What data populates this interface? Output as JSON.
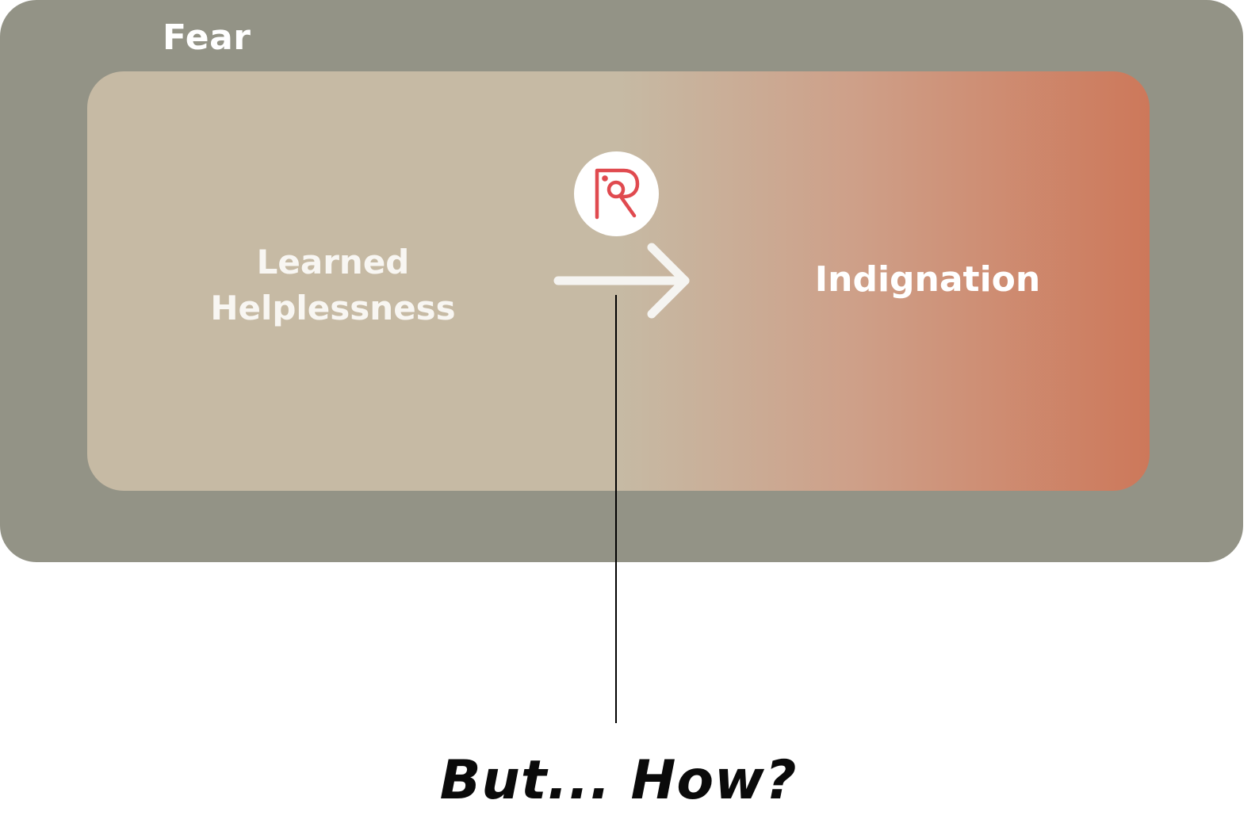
{
  "diagram": {
    "outer_label": "Fear",
    "left_label": "Learned Helplessness",
    "right_label": "Indignation",
    "question": "But... How?",
    "colors": {
      "outer": "#939386",
      "inner_start": "#c6baa4",
      "inner_end": "#cd785a",
      "logo": "#e04a4f"
    },
    "icons": {
      "logo": "pr-logo-icon",
      "arrow": "arrow-right-icon"
    }
  }
}
